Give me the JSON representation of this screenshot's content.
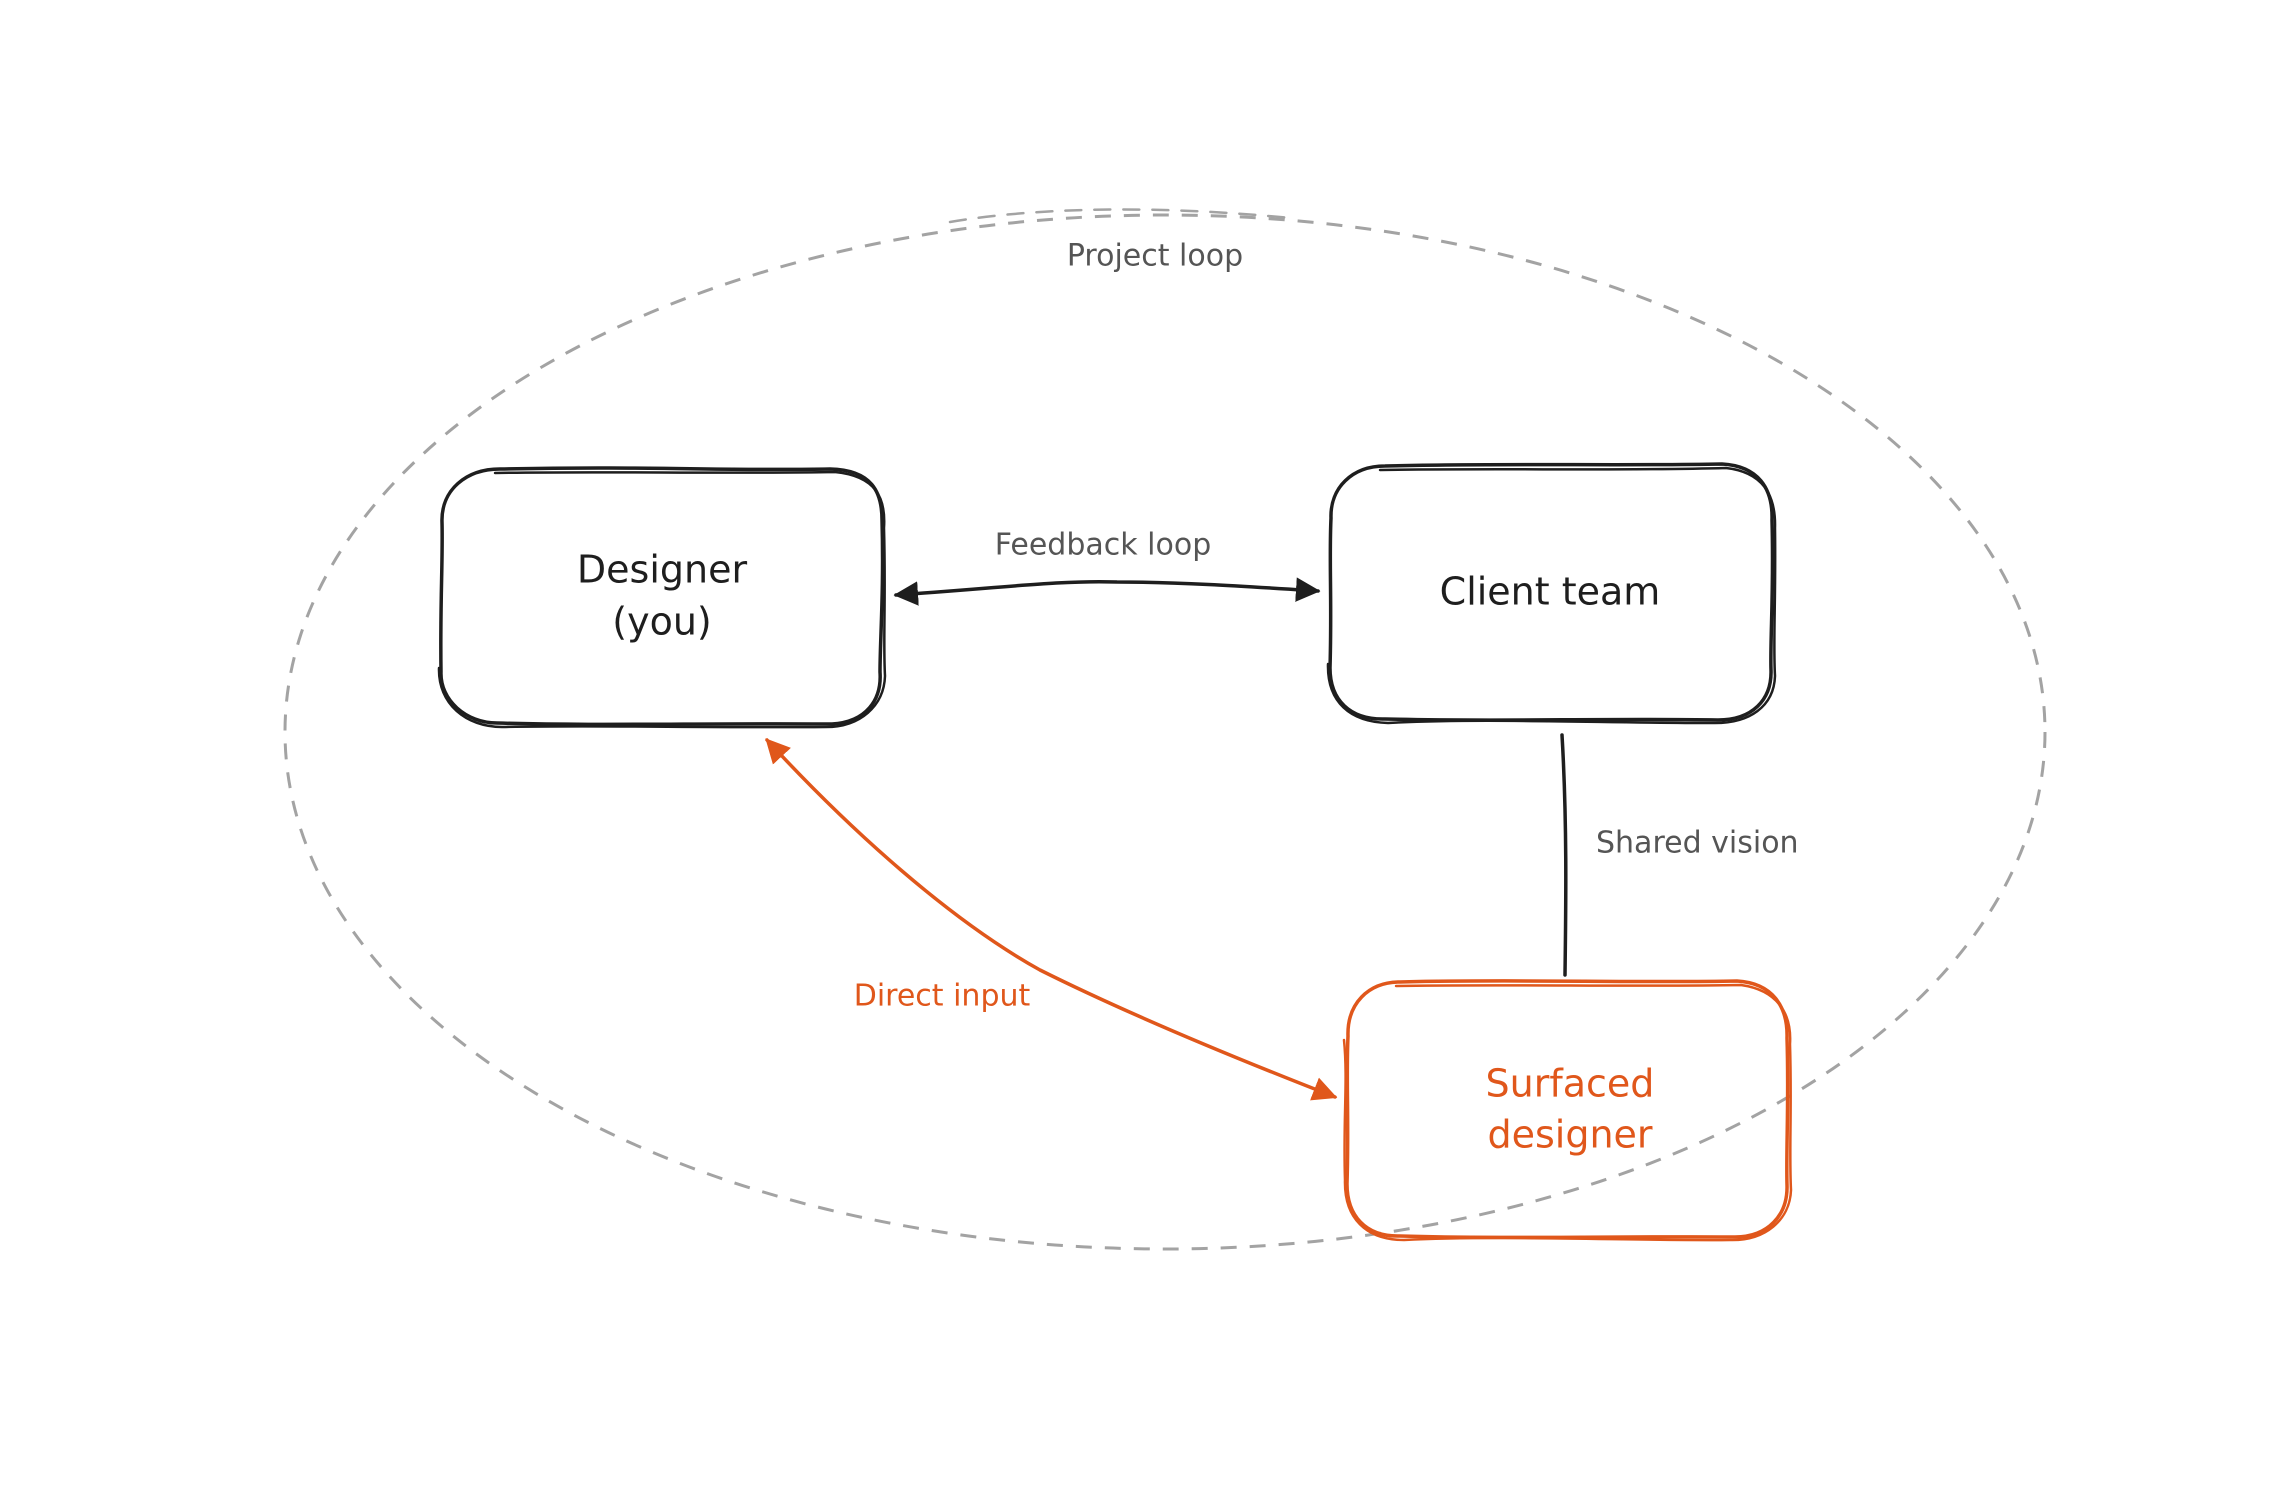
{
  "colors": {
    "ink": "#1e1e1e",
    "accent": "#e0571b",
    "muted": "#a3a3a3",
    "label": "#555555"
  },
  "group": {
    "label": "Project loop"
  },
  "nodes": {
    "designer": {
      "line1": "Designer",
      "line2": "(you)"
    },
    "client": {
      "label": "Client team"
    },
    "surfaced": {
      "line1": "Surfaced",
      "line2": "designer"
    }
  },
  "edges": {
    "feedback": {
      "label": "Feedback loop"
    },
    "shared": {
      "label": "Shared vision"
    },
    "direct": {
      "label": "Direct input"
    }
  }
}
